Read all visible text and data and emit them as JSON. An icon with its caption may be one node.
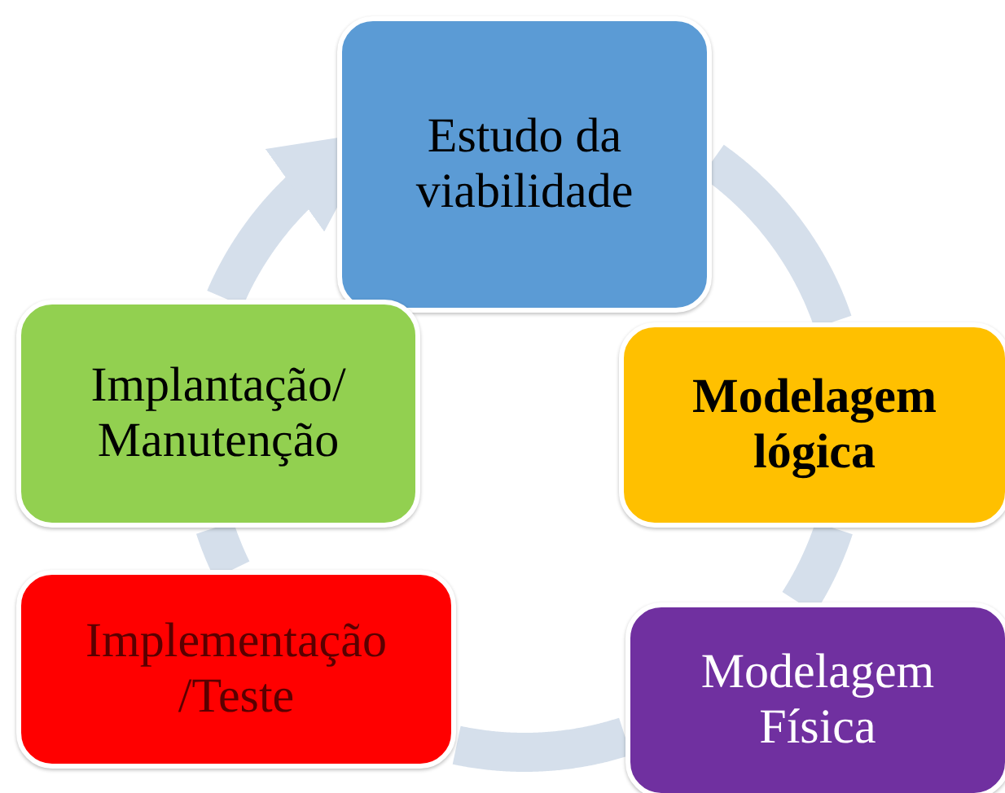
{
  "diagram": {
    "nodes": [
      {
        "text": [
          "Estudo da viabilidade"
        ]
      },
      {
        "text": [
          "Modelagem lógica"
        ]
      },
      {
        "text": [
          "Modelagem Física"
        ]
      },
      {
        "text": [
          "Implementação /Teste"
        ]
      },
      {
        "text": [
          "Implantação/ Manutenção"
        ]
      }
    ],
    "edges": [
      {
        "from": 0,
        "to": 1,
        "arrow": "none"
      },
      {
        "from": 1,
        "to": 2,
        "arrow": "none"
      },
      {
        "from": 2,
        "to": 3,
        "arrow": "none"
      },
      {
        "from": 3,
        "to": 4,
        "arrow": "none"
      },
      {
        "from": 4,
        "to": 0,
        "arrow": "to"
      }
    ]
  }
}
